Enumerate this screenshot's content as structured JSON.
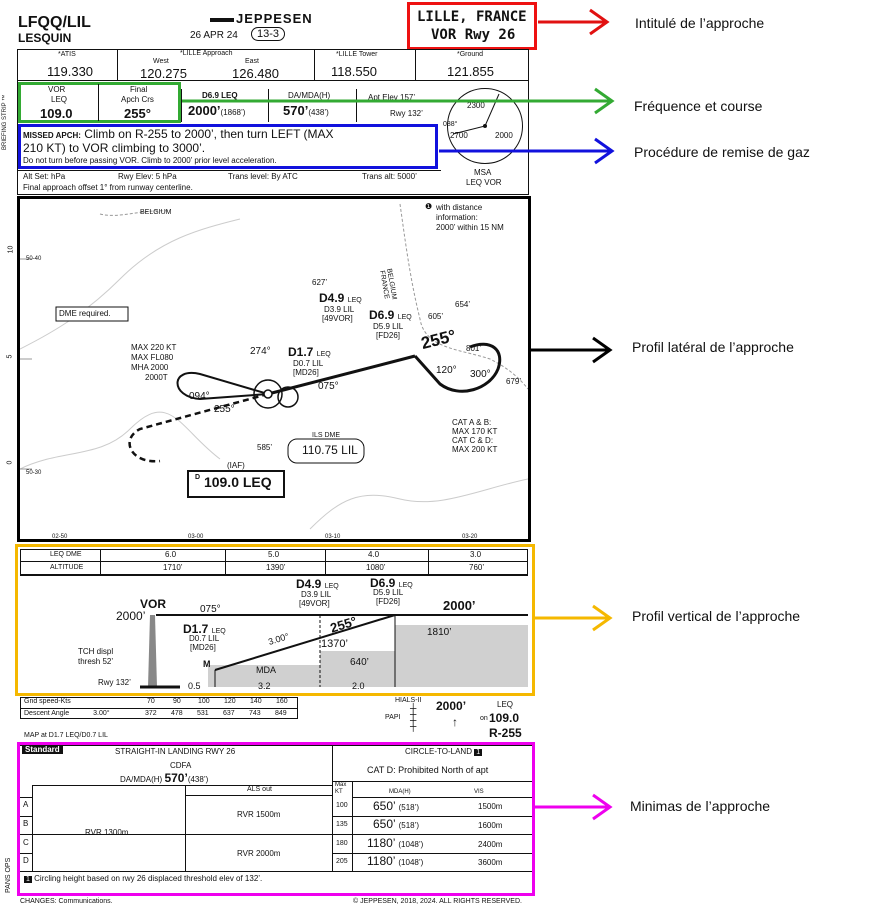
{
  "header": {
    "icao": "LFQQ/LIL",
    "city": "LESQUIN",
    "date": "26 APR 24",
    "page": "13-3",
    "brand": "JEPPESEN",
    "title_line1": "LILLE, FRANCE",
    "title_line2": "VOR Rwy 26"
  },
  "freqs": [
    {
      "label": "*ATIS",
      "value": "119.330"
    },
    {
      "label": "West",
      "value": "120.275"
    },
    {
      "label": "East",
      "value": "126.480"
    },
    {
      "label": "*LILLE Tower",
      "value": "118.550"
    },
    {
      "label": "*Ground",
      "value": "121.855"
    }
  ],
  "approach_label": "*LILLE Approach",
  "briefing": {
    "vor_label1": "VOR",
    "vor_label2": "LEQ",
    "vor_freq": "109.0",
    "crs_label1": "Final",
    "crs_label2": "Apch Crs",
    "crs_value": "255°",
    "d69_label": "D6.9 LEQ",
    "d69_alt": "2000’",
    "d69_alt_sub": "(1868’)",
    "mda_label": "DA/MDA(H)",
    "mda_alt": "570’",
    "mda_sub": "(438’)",
    "apt_elev": "Apt Elev 157’",
    "rwy_elev": "Rwy 132’",
    "missed_label": "MISSED APCH:",
    "missed_text1": "Climb on R-255 to 2000’, then turn LEFT (MAX",
    "missed_text2": "210 KT) to VOR climbing to 3000’.",
    "missed_note": "Do not turn before passing VOR. Climb to 2000’ prior level acceleration.",
    "alt_set": "Alt Set: hPa",
    "rwy_elev2": "Rwy Elev: 5 hPa",
    "trans_level": "Trans level: By ATC",
    "trans_alt": "Trans alt: 5000’",
    "offset": "Final approach offset 1° from runway centerline.",
    "msa_label1": "MSA",
    "msa_label2": "LEQ VOR",
    "msa_2300": "2300",
    "msa_2000": "2000",
    "msa_2700": "2700",
    "msa_088": "088°"
  },
  "plan": {
    "belgium1": "BELGIUM",
    "belgium2": "BELGIUM",
    "france": "FRANCE",
    "note_line1": "with distance",
    "note_line2": "information:",
    "note_line3": "2000’ within 15 NM",
    "dme_req": "DME required.",
    "hold1": "MAX 220 KT",
    "hold2": "MAX FL080",
    "hold3": "MHA 2000",
    "hold4": "2000T",
    "d17": "D1.7",
    "d17_leq": "LEQ",
    "d17_sub1": "D0.7 LIL",
    "d17_sub2": "[MD26]",
    "d49": "D4.9",
    "d49_leq": "LEQ",
    "d49_sub1": "D3.9 LIL",
    "d49_sub2": "[49VOR]",
    "d69": "D6.9",
    "d69_leq": "LEQ",
    "d69_sub1": "D5.9 LIL",
    "d69_sub2": "[FD26]",
    "crs255": "255°",
    "crs274": "274°",
    "crs094": "094°",
    "crs255b": "255°",
    "crs075": "075°",
    "crs120": "120°",
    "crs300": "300°",
    "obs627": "627’",
    "obs654": "654’",
    "obs605": "605’",
    "obs801": "801’",
    "obs679": "679’",
    "obs585": "585’",
    "iaf": "(IAF)",
    "ils": "ILS DME",
    "ils_freq": "110.75 LIL",
    "vor_box": "109.0 LEQ",
    "cat1": "CAT A & B:",
    "cat2": "MAX 170 KT",
    "cat3": "CAT C & D:",
    "cat4": "MAX 200 KT",
    "lat1": "50-40",
    "lat2": "50-30",
    "lon1": "03-00",
    "lon2": "03-10",
    "lon3": "03-20",
    "lon0": "02-50",
    "scale10": "10",
    "scale5": "5",
    "scale0": "0"
  },
  "profile": {
    "dme_hdr": "LEQ DME",
    "alt_hdr": "ALTITUDE",
    "dme": [
      "6.0",
      "5.0",
      "4.0",
      "3.0"
    ],
    "alt": [
      "1710’",
      "1390’",
      "1080’",
      "760’"
    ],
    "vor": "VOR",
    "vor_alt": "2000’",
    "crs075": "075°",
    "d49": "D4.9",
    "d49_leq": "LEQ",
    "d49_sub1": "D3.9 LIL",
    "d49_sub2": "[49VOR]",
    "d69": "D6.9",
    "d69_leq": "LEQ",
    "d69_sub1": "D5.9 LIL",
    "d69_sub2": "[FD26]",
    "alt_right": "2000’",
    "d17": "D1.7",
    "d17_leq": "LEQ",
    "d17_sub1": "D0.7 LIL",
    "d17_sub2": "[MD26]",
    "glide": "3.00°",
    "crs255": "255°",
    "a1370": "1370’",
    "a1810": "1810’",
    "a640": "640’",
    "tch1": "TCH displ",
    "tch2": "thresh 52’",
    "mda": "MDA",
    "m": "M",
    "rwy": "Rwy 132’",
    "d05": "0.5",
    "d32": "3.2",
    "d20": "2.0"
  },
  "speed": {
    "gs_label": "Gnd speed-Kts",
    "gs": [
      "70",
      "90",
      "100",
      "120",
      "140",
      "160"
    ],
    "da_label": "Descent Angle",
    "da_value": "3.00°",
    "da": [
      "372",
      "478",
      "531",
      "637",
      "743",
      "849"
    ],
    "map_label": "MAP at D1.7 LEQ/D0.7 LIL",
    "hials": "HIALS-II",
    "papi": "PAPI",
    "ma_alt": "2000’",
    "ma_leq": "LEQ",
    "ma_on": "on",
    "ma_freq": "109.0",
    "ma_r": "R-255"
  },
  "minima": {
    "standard": "Standard",
    "straight": "STRAIGHT-IN LANDING RWY 26",
    "cdfa": "CDFA",
    "da_mda": "DA/MDA(H)",
    "mda": "570’",
    "mda_sub": "(438’)",
    "als_out": "ALS out",
    "rvr1300": "RVR 1300m",
    "rvr1500": "RVR 1500m",
    "rvr2000": "RVR 2000m",
    "cats": [
      "A",
      "B",
      "C",
      "D"
    ],
    "circle": "CIRCLE-TO-LAND",
    "catd": "CAT D: Prohibited North of apt",
    "maxkt": "Max KT",
    "mdah": "MDA(H)",
    "vis": "VIS",
    "rows": [
      {
        "kt": "100",
        "mda": "650’",
        "h": "(518’)",
        "vis": "1500m"
      },
      {
        "kt": "135",
        "mda": "650’",
        "h": "(518’)",
        "vis": "1600m"
      },
      {
        "kt": "180",
        "mda": "1180’",
        "h": "(1048’)",
        "vis": "2400m"
      },
      {
        "kt": "205",
        "mda": "1180’",
        "h": "(1048’)",
        "vis": "3600m"
      }
    ],
    "pans": "PANS OPS",
    "note": "Circling height based on rwy 26 displaced threshold elev of 132’.",
    "changes": "CHANGES: Communications.",
    "copyright": "© JEPPESEN, 2018, 2024. ALL RIGHTS RESERVED."
  },
  "annotations": {
    "a1": "Intitulé de l’approche",
    "a2": "Fréquence et course",
    "a3": "Procédure de remise de gaz",
    "a4": "Profil latéral de l’approche",
    "a5": "Profil vertical de l’approche",
    "a6": "Minimas de l’approche"
  },
  "colors": {
    "red": "#e11111",
    "green": "#33aa33",
    "blue": "#1111dd",
    "black": "#000000",
    "orange": "#f5b800",
    "magenta": "#ee00ee",
    "terrain": "#d0d0d0"
  }
}
